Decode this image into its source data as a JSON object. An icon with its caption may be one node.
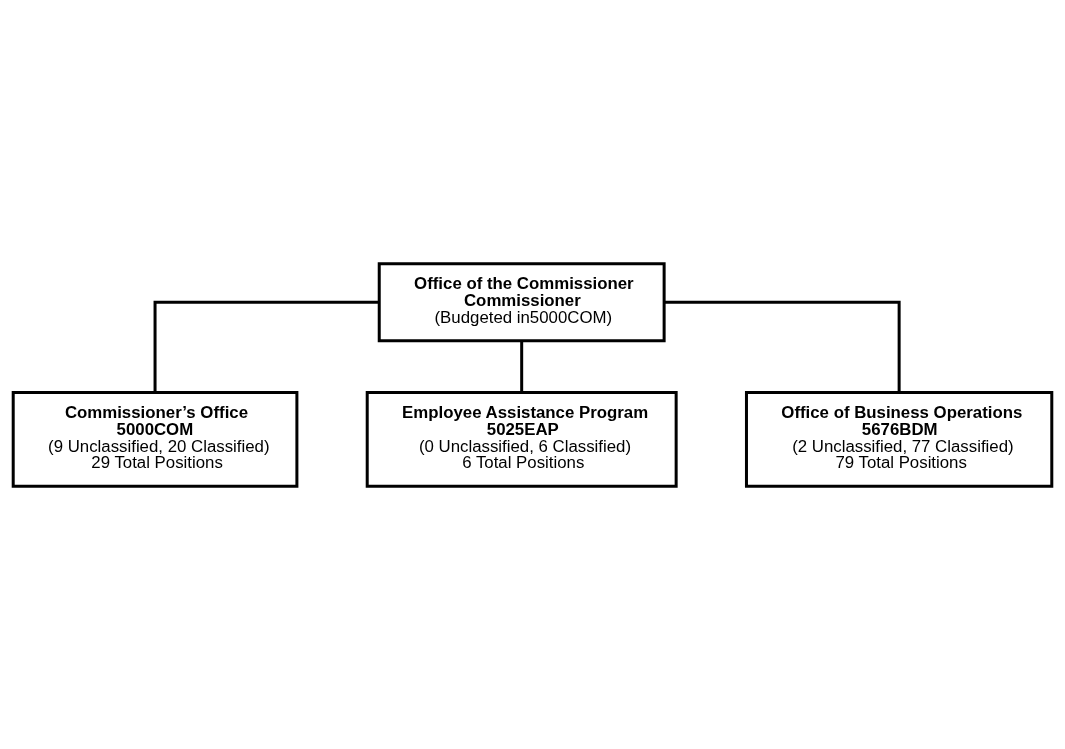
{
  "diagram": {
    "nodes": [
      {
        "text": [
          "Office of the Commissioner",
          "Commissioner",
          "(Budgeted in5000COM)"
        ]
      },
      {
        "text": [
          "Commissioner’s Office",
          "5000COM",
          "(9 Unclassified, 20 Classified)",
          "29 Total Positions"
        ]
      },
      {
        "text": [
          "Employee Assistance Program",
          "5025EAP",
          "(0 Unclassified, 6 Classified)",
          "6 Total Positions"
        ]
      },
      {
        "text": [
          "Office of Business Operations",
          "5676BDM",
          "(2 Unclassified, 77 Classified)",
          "79 Total Positions"
        ]
      }
    ],
    "edges": [
      {
        "from": 0,
        "to": 1,
        "arrow": "none"
      },
      {
        "from": 0,
        "to": 2,
        "arrow": "none"
      },
      {
        "from": 0,
        "to": 3,
        "arrow": "none"
      }
    ]
  }
}
